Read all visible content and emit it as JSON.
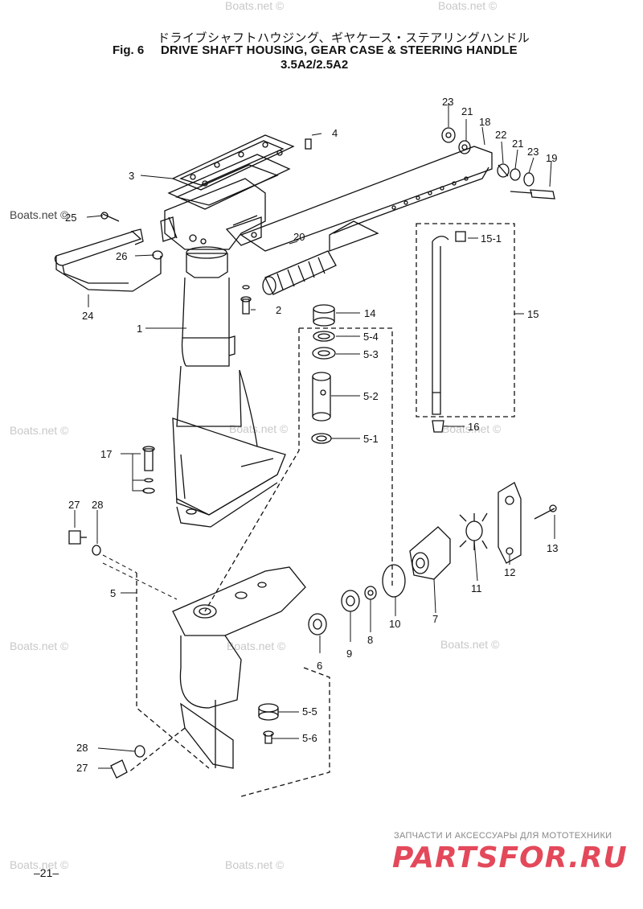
{
  "header": {
    "title_jp": "ドライブシャフトハウジング、ギヤケース・ステアリングハンドル",
    "fig_label": "Fig. 6",
    "title_en": "DRIVE SHAFT HOUSING, GEAR CASE & STEERING HANDLE",
    "model": "3.5A2/2.5A2"
  },
  "callouts": [
    "1",
    "2",
    "3",
    "4",
    "5",
    "5-1",
    "5-2",
    "5-3",
    "5-4",
    "5-5",
    "5-6",
    "6",
    "7",
    "8",
    "9",
    "10",
    "11",
    "12",
    "13",
    "14",
    "15",
    "15-1",
    "16",
    "17",
    "18",
    "19",
    "20",
    "21",
    "21",
    "22",
    "23",
    "23",
    "24",
    "25",
    "26",
    "27",
    "27",
    "28",
    "28"
  ],
  "watermark": "Boats.net ©",
  "watermark_dark": "Boats.net ©",
  "footer": {
    "page_number": "–21–",
    "brand_tagline": "ЗАПЧАСТИ И АКСЕССУАРЫ ДЛЯ МОТОТЕХНИКИ",
    "brand_name": "PARTSFOR.RU"
  }
}
